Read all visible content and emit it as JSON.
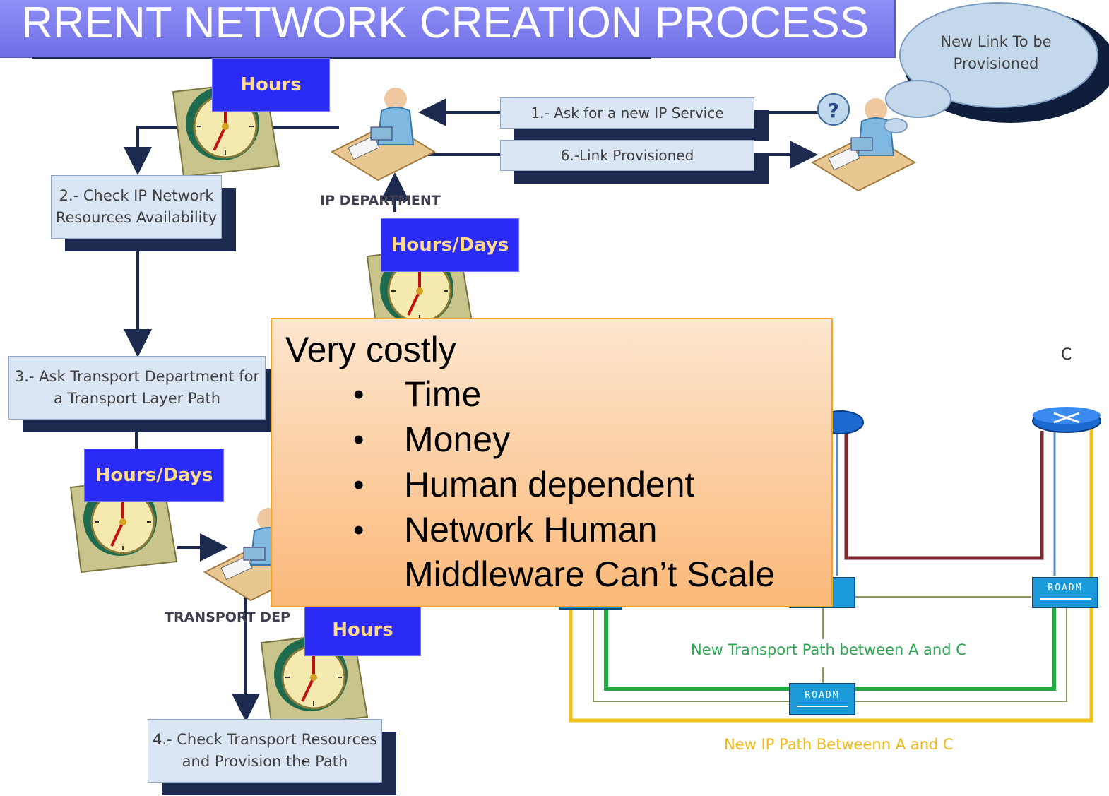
{
  "title": "RRENT NETWORK CREATION PROCESS",
  "cloud": {
    "text": "New Link To be Provisioned"
  },
  "steps": {
    "s1": "1.- Ask for a new IP Service",
    "s6": "6.-Link Provisioned",
    "s2": "2.- Check IP Network Resources Availability",
    "s3": "3.- Ask Transport Department for a Transport Layer Path",
    "s4": "4.- Check Transport Resources and Provision the Path"
  },
  "departments": {
    "ip": "IP DEPARTMENT",
    "transport": "TRANSPORT DEP"
  },
  "time_badges": {
    "b1": "Hours",
    "b2": "Hours/Days",
    "b3": "Hours/Days",
    "b4": "Hours"
  },
  "callout": {
    "heading": "Very costly",
    "bullets": [
      "Time",
      "Money",
      "Human dependent",
      "Network Human Middleware Can’t Scale"
    ]
  },
  "network": {
    "node_c": "C",
    "roadm": "ROADM",
    "transport_path": "New Transport Path between A and C",
    "ip_path": "New IP Path Betweenn A and C"
  },
  "colors": {
    "title_bar": "#7f7ff0",
    "badge": "#2b2bf7",
    "badge_text": "#ffd98c",
    "box_fill": "#dbe6f4",
    "box_shadow": "#1b2a4e",
    "arrow": "#1b2a4e",
    "transport_path": "#22aa44",
    "ip_path": "#f2c21b",
    "callout_border": "#f5a020"
  },
  "icons": [
    "clock-icon",
    "person-at-desk-icon",
    "router-icon",
    "roadm-icon",
    "question-bubble-icon"
  ]
}
